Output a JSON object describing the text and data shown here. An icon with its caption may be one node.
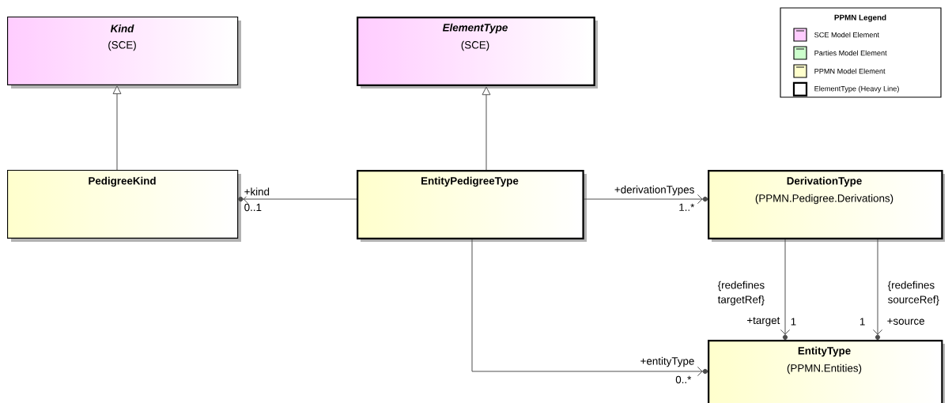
{
  "diagram": {
    "nodes": [
      {
        "text": [
          "Kind",
          "(SCE)"
        ]
      },
      {
        "text": [
          "ElementType",
          "(SCE)"
        ]
      },
      {
        "text": [
          "PedigreeKind"
        ]
      },
      {
        "text": [
          "EntityPedigreeType"
        ]
      },
      {
        "text": [
          "DerivationType",
          "(PPMN.Pedigree.Derivations)"
        ]
      },
      {
        "text": [
          "EntityType",
          "(PPMN.Entities)"
        ]
      }
    ],
    "edges": [
      {
        "from": 2,
        "to": 0,
        "arrow": "to"
      },
      {
        "from": 3,
        "to": 1,
        "arrow": "to"
      },
      {
        "from": 3,
        "to": 2,
        "arrow": "to",
        "label": "+kind"
      },
      {
        "from": 3,
        "to": 4,
        "arrow": "to",
        "label": "+derivationTypes"
      },
      {
        "from": 4,
        "to": 5,
        "arrow": "to",
        "label": "+target"
      },
      {
        "from": 4,
        "to": 5,
        "arrow": "to",
        "label": "+source"
      },
      {
        "from": 3,
        "to": 5,
        "arrow": "to",
        "label": "+entityType"
      }
    ],
    "labels": [
      "PPMN Legend",
      "0..1",
      "1..*",
      "{redefines targetRef}",
      "1",
      "{redefines sourceRef}",
      "1",
      "0..*"
    ],
    "legend": [
      {
        "text": "SCE Model Element",
        "color": "#ffccff"
      },
      {
        "text": "Parties Model Element",
        "color": "#ccffcc"
      },
      {
        "text": "PPMN Model Element",
        "color": "#ffffcc"
      },
      {
        "text": "ElementType (Heavy Line)"
      }
    ]
  }
}
